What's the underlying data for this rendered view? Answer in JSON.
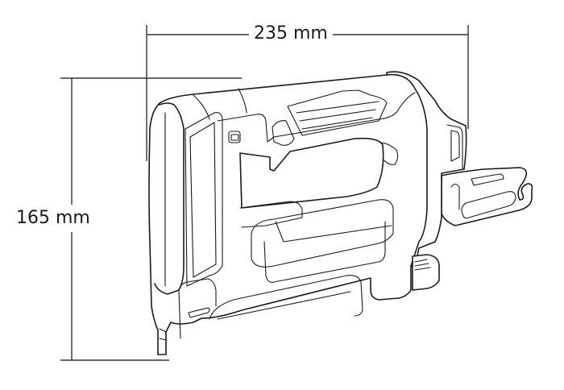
{
  "figure": {
    "subject": "cordless stapler / tacker line drawing",
    "line_color": "#1a1a1a",
    "background": "#ffffff"
  },
  "dimensions": {
    "width": {
      "value": 235,
      "unit": "mm",
      "label": "235 mm"
    },
    "height": {
      "value": 165,
      "unit": "mm",
      "label": "165 mm"
    }
  }
}
